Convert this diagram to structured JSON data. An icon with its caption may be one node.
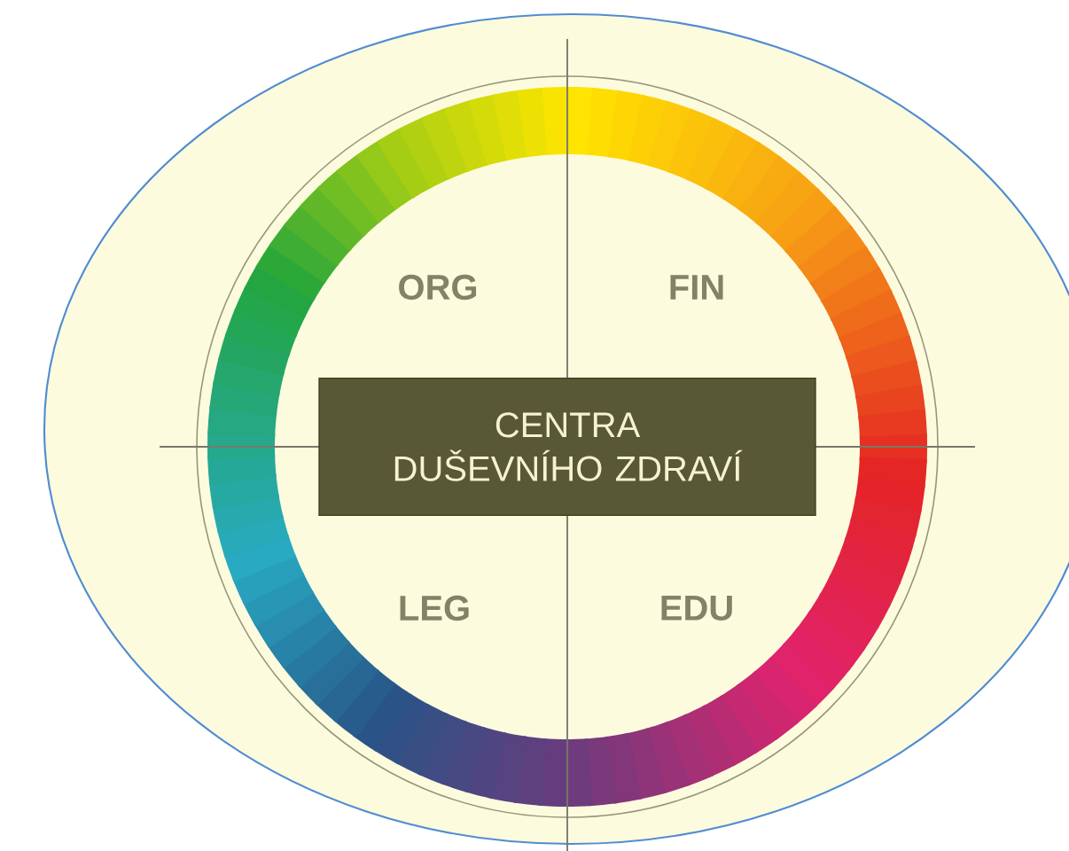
{
  "diagram": {
    "nodes": [
      {
        "text": [
          "CENTRA DUŠEVNÍHO ZDRAVÍ"
        ]
      }
    ],
    "labels": [
      "ORG",
      "FIN",
      "LEG",
      "EDU"
    ]
  }
}
